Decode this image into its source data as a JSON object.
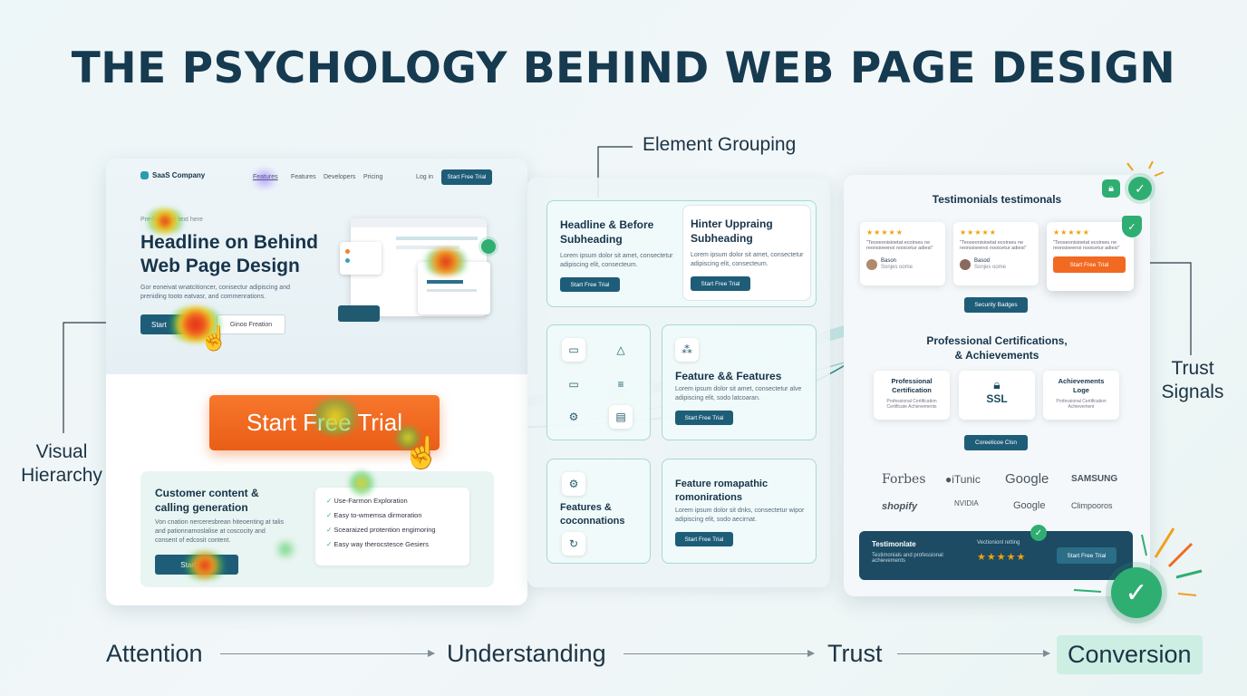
{
  "title": "THE PSYCHOLOGY BEHIND WEB PAGE DESIGN",
  "labels": {
    "element_grouping": "Element Grouping",
    "visual_hierarchy": "Visual\nHierarchy",
    "trust_signals": "Trust\nSignals"
  },
  "mockup": {
    "logo": "SaaS Company",
    "nav": [
      "Features",
      "Features",
      "Developers",
      "Pricing",
      "Log in"
    ],
    "nav_cta": "Start Free Trial",
    "eyebrow": "Pre-headline text here",
    "headline": "Headline on Behind\nWeb Page Design",
    "subtext": "Gor eoneivat wnatcitioncer, conisectur adipiscing and\npreniding tooto eatvasr, and commenrations.",
    "btn_start": "Start",
    "btn_free": "Ginoo Freation",
    "big_cta": "Start Free Trial",
    "customer_heading": "Customer content &\ncalling generation",
    "customer_text": "Von cnation nerceresbrean hiteoenting at talis\nand pationnamoslalise at coscocity and\nconsent of edcosit content.",
    "customer_btn": "Start Free",
    "checklist": [
      "Use-Farmon Exploration",
      "Easy to-wmemsa dirmoration",
      "Scearaized protention engimoring",
      "Easy way therocstesce Gesiers"
    ]
  },
  "grouping": {
    "card1": {
      "title": "Headline & Before\nSubheading",
      "text": "Lorem ipsum dolor sit amet, consectetur\nadipiscing elit, consecteum.",
      "btn": "Start Free Trial"
    },
    "card2": {
      "title": "Hinter Uppraing\nSubheading",
      "text": "Lorem ipsum dolor sit amet, consectetur\nadipiscing elit, consecteum.",
      "btn": "Start Free Trial"
    },
    "card3": {
      "title": "Feature && Features",
      "text": "Lorem ipsum dolor sit amet, consectetur alve\nadipiscing elit, sodo latcoaran.",
      "btn": "Start Free Trial"
    },
    "card4": {
      "title": "Features &\ncoconnations"
    },
    "card5": {
      "title": "Feature romapathic\nromonirations",
      "text": "Lorem ipsum dolor sit dnks, consectetur wipor\nadipiscing elit, sodo aecirnat.",
      "btn": "Start Free Trial"
    }
  },
  "trust": {
    "heading": "Testimonials testimonals",
    "testimonials": [
      {
        "stars": "★★★★★",
        "text": "\"Teoseonisioetat ecoirseu ne\nreonsioeenoi nooicetur adiesi\"",
        "name": "Bason",
        "role": "Sonjes oome"
      },
      {
        "stars": "★★★★★",
        "text": "\"Teoseonisioetat ecoirseu ne\nreonsioeenoi nooicetur adiesi\"",
        "name": "Basod",
        "role": "Sonjes oome"
      },
      {
        "stars": "★★★★★",
        "text": "\"Teoseonisioetat ecoirseu ne\nreonsioeenoi nooicetur adiesi\"",
        "btn": "Start Free Trial"
      }
    ],
    "security_badges": "Security Badges",
    "certs_heading": "Professional Certifications,\n& Achievements",
    "cert1_title": "Professional\nCertification",
    "cert1_text": "Professional Certification\nCertificate Achievements",
    "ssl": "SSL",
    "cert3_title": "Achievements\nLoge",
    "cert3_text": "Professional Certification\nAchievement",
    "cert_btn": "Coreelicoe Clsn",
    "logos": [
      "Forbes",
      "iTunic",
      "Google",
      "SAMSUNG",
      "shopify",
      "NVIDIA",
      "Google",
      "Climpooros"
    ],
    "banner_title": "Testimonlate",
    "banner_text": "Testimonials and professional\nachievements",
    "banner_rating_label": "Vectionionl retting",
    "banner_stars": "★★★★★",
    "banner_btn": "Start Free Trial"
  },
  "flow": [
    "Attention",
    "Understanding",
    "Trust",
    "Conversion"
  ],
  "colors": {
    "cta": "#f26a21",
    "primary": "#1e5d78",
    "accent": "#2fae72",
    "title": "#163a4f"
  }
}
